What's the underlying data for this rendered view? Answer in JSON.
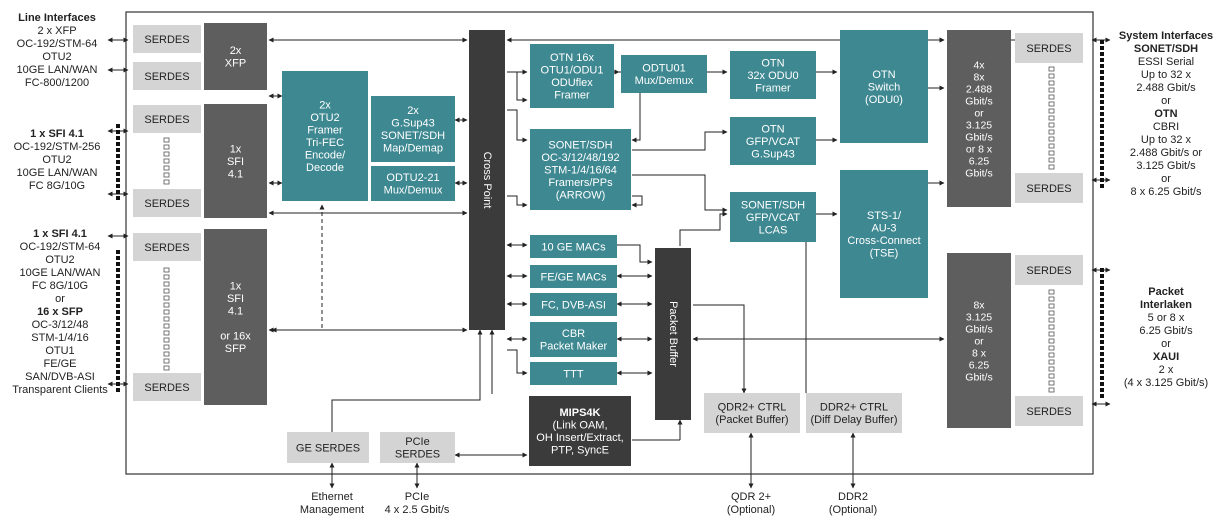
{
  "left_interfaces": {
    "group1": {
      "title": "Line Interfaces",
      "lines": [
        "2 x XFP",
        "OC-192/STM-64",
        "OTU2",
        "10GE LAN/WAN",
        "FC-800/1200"
      ]
    },
    "group2": {
      "title": "1 x SFI 4.1",
      "lines": [
        "OC-192/STM-256",
        "OTU2",
        "10GE LAN/WAN",
        "FC 8G/10G"
      ]
    },
    "group3": {
      "title": "1 x SFI 4.1",
      "lines_a": [
        "OC-192/STM-64",
        "OTU2",
        "10GE LAN/WAN",
        "FC 8G/10G",
        "or"
      ],
      "title_b": "16 x SFP",
      "lines_b": [
        "OC-3/12/48",
        "STM-1/4/16",
        "OTU1",
        "FE/GE",
        "SAN/DVB-ASI",
        "Transparent Clients"
      ]
    }
  },
  "right_interfaces": {
    "group1": {
      "title": "System Interfaces",
      "sub1": "SONET/SDH",
      "lines1": [
        "ESSI Serial",
        "Up to 32 x",
        "2.488 Gbit/s",
        "or"
      ],
      "sub2": "OTN",
      "lines2": [
        "CBRI",
        "Up to 32 x",
        "2.488 Gbit/s or",
        "3.125 Gbit/s",
        "or",
        "8 x 6.25 Gbit/s"
      ]
    },
    "group2": {
      "title": "Packet",
      "sub1": "Interlaken",
      "lines1": [
        "5 or 8 x",
        "6.25 Gbit/s",
        "or"
      ],
      "sub2": "XAUI",
      "lines2": [
        "2 x",
        "(4 x 3.125 Gbit/s)"
      ]
    }
  },
  "serdes_label": "SERDES",
  "blocks": {
    "xfp": [
      "2x",
      "XFP"
    ],
    "sfi1": [
      "1x",
      "SFI",
      "4.1"
    ],
    "sfi2": [
      "1x",
      "SFI",
      "4.1",
      "",
      "or 16x",
      "SFP"
    ],
    "otu2_framer": [
      "2x",
      "OTU2",
      "Framer",
      "Tri-FEC",
      "Encode/",
      "Decode"
    ],
    "gsup43": [
      "2x",
      "G.Sup43",
      "SONET/SDH",
      "Map/Demap"
    ],
    "odtu221": [
      "ODTU2-21",
      "Mux/Demux"
    ],
    "cross_point": "Cross Point",
    "otn_framer": [
      "OTN 16x",
      "OTU1/ODU1",
      "ODUflex",
      "Framer"
    ],
    "odtu01": [
      "ODTU01",
      "Mux/Demux"
    ],
    "otn_odu0": [
      "OTN",
      "32x ODU0",
      "Framer"
    ],
    "otn_switch": [
      "OTN",
      "Switch",
      "(ODU0)"
    ],
    "sonet_framer": [
      "SONET/SDH",
      "OC-3/12/48/192",
      "STM-1/4/16/64",
      "Framers/PPs",
      "(ARROW)"
    ],
    "otn_gfp": [
      "OTN",
      "GFP/VCAT",
      "G.Sup43"
    ],
    "sonet_gfp": [
      "SONET/SDH",
      "GFP/VCAT",
      "LCAS"
    ],
    "sts_xc": [
      "STS-1/",
      "AU-3",
      "Cross-Connect",
      "(TSE)"
    ],
    "ge_macs": [
      "10 GE MACs"
    ],
    "fege_macs": [
      "FE/GE MACs"
    ],
    "fc_dvb": [
      "FC, DVB-ASI"
    ],
    "cbr": [
      "CBR",
      "Packet Maker"
    ],
    "ttt": [
      "TTT"
    ],
    "packet_buffer": "Packet Buffer",
    "sys_top": [
      "4x",
      "8x",
      "2.488",
      "Gbit/s",
      "or",
      "3.125",
      "Gbit/s",
      "or 8 x",
      "6.25",
      "Gbit/s"
    ],
    "sys_bot": [
      "8x",
      "3.125",
      "Gbit/s",
      "or",
      "8 x",
      "6.25",
      "Gbit/s"
    ],
    "mips": [
      "MIPS4K",
      "(Link OAM,",
      "OH Insert/Extract,",
      "PTP, SyncE"
    ],
    "ge_serdes": [
      "GE SERDES"
    ],
    "pcie_serdes": [
      "PCIe",
      "SERDES"
    ],
    "qdr_ctrl": [
      "QDR2+ CTRL",
      "(Packet Buffer)"
    ],
    "ddr_ctrl": [
      "DDR2+ CTRL",
      "(Diff Delay Buffer)"
    ]
  },
  "bottom_labels": {
    "ethernet": [
      "Ethernet",
      "Management"
    ],
    "pcie": [
      "PCIe",
      "4 x 2.5 Gbit/s"
    ],
    "qdr": [
      "QDR 2+",
      "(Optional)"
    ],
    "ddr": [
      "DDR2",
      "(Optional)"
    ]
  },
  "colors": {
    "teal": "#3e8891",
    "dark_gray": "#5e5e5e",
    "darkest": "#3b3b3b",
    "light_gray": "#d4d4d4",
    "border": "#333333"
  }
}
